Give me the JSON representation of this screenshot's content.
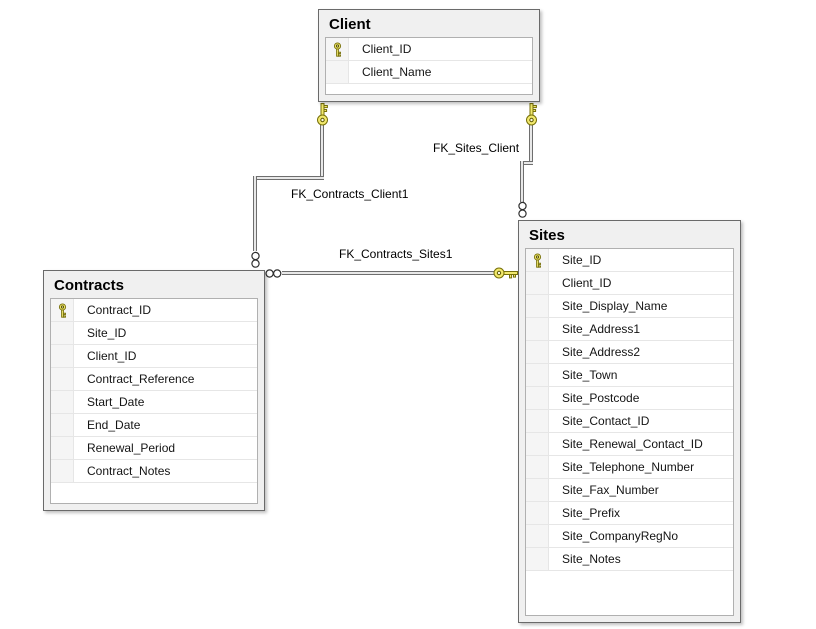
{
  "tables": [
    {
      "name": "Client",
      "columns": [
        {
          "name": "Client_ID",
          "primary_key": true
        },
        {
          "name": "Client_Name",
          "primary_key": false
        }
      ]
    },
    {
      "name": "Contracts",
      "columns": [
        {
          "name": "Contract_ID",
          "primary_key": true
        },
        {
          "name": "Site_ID",
          "primary_key": false
        },
        {
          "name": "Client_ID",
          "primary_key": false
        },
        {
          "name": "Contract_Reference",
          "primary_key": false
        },
        {
          "name": "Start_Date",
          "primary_key": false
        },
        {
          "name": "End_Date",
          "primary_key": false
        },
        {
          "name": "Renewal_Period",
          "primary_key": false
        },
        {
          "name": "Contract_Notes",
          "primary_key": false
        }
      ]
    },
    {
      "name": "Sites",
      "columns": [
        {
          "name": "Site_ID",
          "primary_key": true
        },
        {
          "name": "Client_ID",
          "primary_key": false
        },
        {
          "name": "Site_Display_Name",
          "primary_key": false
        },
        {
          "name": "Site_Address1",
          "primary_key": false
        },
        {
          "name": "Site_Address2",
          "primary_key": false
        },
        {
          "name": "Site_Town",
          "primary_key": false
        },
        {
          "name": "Site_Postcode",
          "primary_key": false
        },
        {
          "name": "Site_Contact_ID",
          "primary_key": false
        },
        {
          "name": "Site_Renewal_Contact_ID",
          "primary_key": false
        },
        {
          "name": "Site_Telephone_Number",
          "primary_key": false
        },
        {
          "name": "Site_Fax_Number",
          "primary_key": false
        },
        {
          "name": "Site_Prefix",
          "primary_key": false
        },
        {
          "name": "Site_CompanyRegNo",
          "primary_key": false
        },
        {
          "name": "Site_Notes",
          "primary_key": false
        }
      ]
    }
  ],
  "relationships": [
    {
      "label": "FK_Sites_Client",
      "one_end": "Client",
      "many_end": "Sites"
    },
    {
      "label": "FK_Contracts_Client1",
      "one_end": "Client",
      "many_end": "Contracts"
    },
    {
      "label": "FK_Contracts_Sites1",
      "one_end": "Sites",
      "many_end": "Contracts"
    }
  ],
  "colors": {
    "key_fill": "#f2e96d",
    "key_stroke": "#77700a",
    "connector_dark": "#6e6e6e",
    "connector_light": "#e8e8e8",
    "table_frame_bg": "#f0f0f0",
    "table_border": "#6a6a6a",
    "canvas_bg": "#ffffff"
  }
}
